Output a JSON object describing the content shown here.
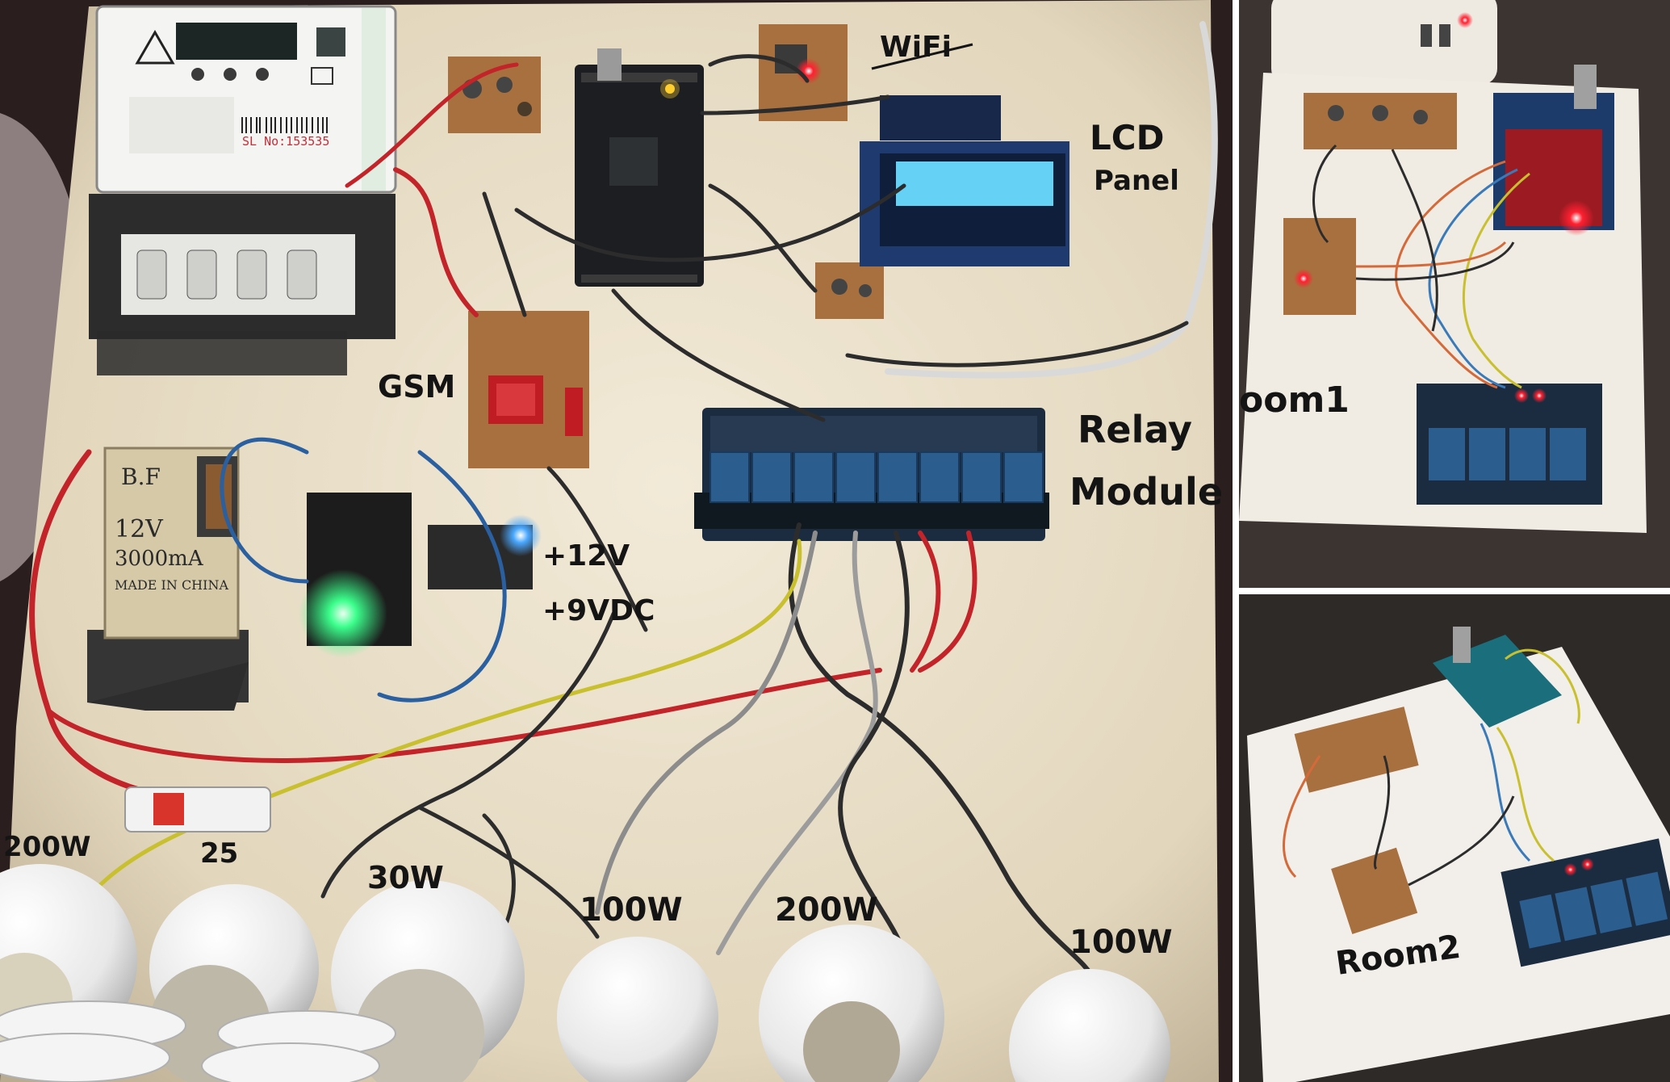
{
  "main": {
    "labels": {
      "wifi": "WiFi",
      "lcd_line1": "LCD",
      "lcd_line2": "Panel",
      "gsm": "GSM",
      "relay_line1": "Relay",
      "relay_line2": "Module",
      "v12": "+12V",
      "v9": "+9VDC"
    },
    "meter": {
      "serial": "SL No:153535"
    },
    "transformer": {
      "brand": "B.F",
      "line1": "12V",
      "line2": "3000mA",
      "line3": "MADE IN CHINA"
    },
    "loads": [
      "200W",
      "25",
      "30W",
      "100W",
      "200W",
      "100W"
    ]
  },
  "room1": {
    "label": "oom1"
  },
  "room2": {
    "label": "Room2"
  },
  "colors": {
    "board": "#e6dcc4",
    "pcb": "#a8703e",
    "relay_blue": "#2b5d8f",
    "lcd": "#4fc6ee",
    "led_green": "#3cff8c",
    "led_blue": "#4aa8ff",
    "led_red": "#ff2030"
  }
}
